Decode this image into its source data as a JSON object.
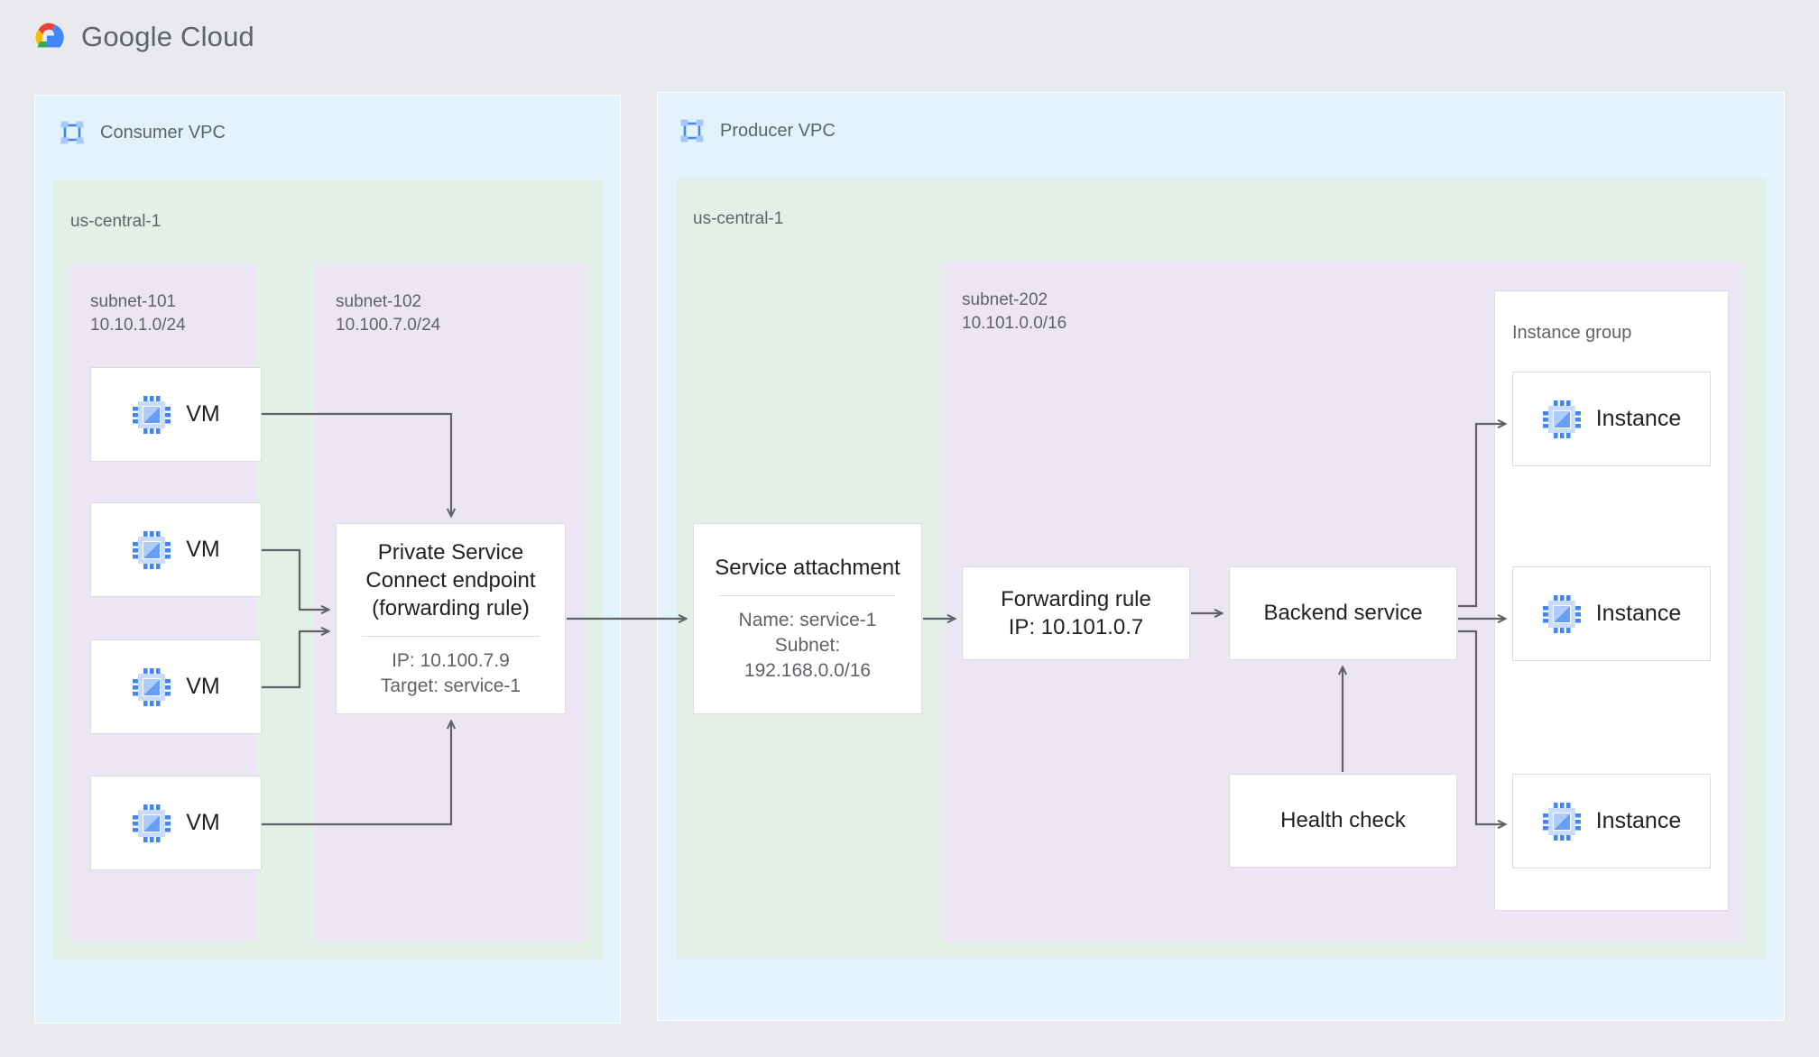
{
  "brand": {
    "name": "Google",
    "product": "Cloud",
    "logo_icon": "google-cloud-logo"
  },
  "consumer": {
    "title": "Consumer VPC",
    "icon": "vpc-network-icon",
    "region": "us-central-1",
    "subnets": [
      {
        "name": "subnet-101",
        "cidr": "10.10.1.0/24"
      },
      {
        "name": "subnet-102",
        "cidr": "10.100.7.0/24"
      }
    ],
    "vms": [
      {
        "label": "VM",
        "icon": "vm-chip-icon"
      },
      {
        "label": "VM",
        "icon": "vm-chip-icon"
      },
      {
        "label": "VM",
        "icon": "vm-chip-icon"
      },
      {
        "label": "VM",
        "icon": "vm-chip-icon"
      }
    ],
    "endpoint": {
      "title": "Private Service\nConnect endpoint\n(forwarding rule)",
      "title_lines": [
        "Private Service",
        "Connect endpoint",
        "(forwarding rule)"
      ],
      "details": [
        "IP: 10.100.7.9",
        "Target: service-1"
      ]
    }
  },
  "producer": {
    "title": "Producer VPC",
    "icon": "vpc-network-icon",
    "region": "us-central-1",
    "subnet": {
      "name": "subnet-202",
      "cidr": "10.101.0.0/16"
    },
    "service_attachment": {
      "title": "Service attachment",
      "details": [
        "Name: service-1",
        "Subnet:",
        "192.168.0.0/16"
      ]
    },
    "forwarding_rule": {
      "lines": [
        "Forwarding rule",
        "IP: 10.101.0.7"
      ]
    },
    "backend_service": {
      "label": "Backend service"
    },
    "health_check": {
      "label": "Health check"
    },
    "instance_group": {
      "label": "Instance group",
      "instances": [
        {
          "label": "Instance",
          "icon": "vm-chip-icon"
        },
        {
          "label": "Instance",
          "icon": "vm-chip-icon"
        },
        {
          "label": "Instance",
          "icon": "vm-chip-icon"
        }
      ]
    }
  },
  "colors": {
    "page_bg": "#e8eaed",
    "vpc_bg": "#e3f3fd",
    "region_bg": "#e2f0e8",
    "subnet_bg": "#ece6f4",
    "node_bg": "#ffffff",
    "border": "#dadce0",
    "line": "#5f6368",
    "text_primary": "#202124",
    "text_secondary": "#5f6368",
    "icon_blue": "#4285f4",
    "icon_blue_light": "#a8c7fa"
  }
}
